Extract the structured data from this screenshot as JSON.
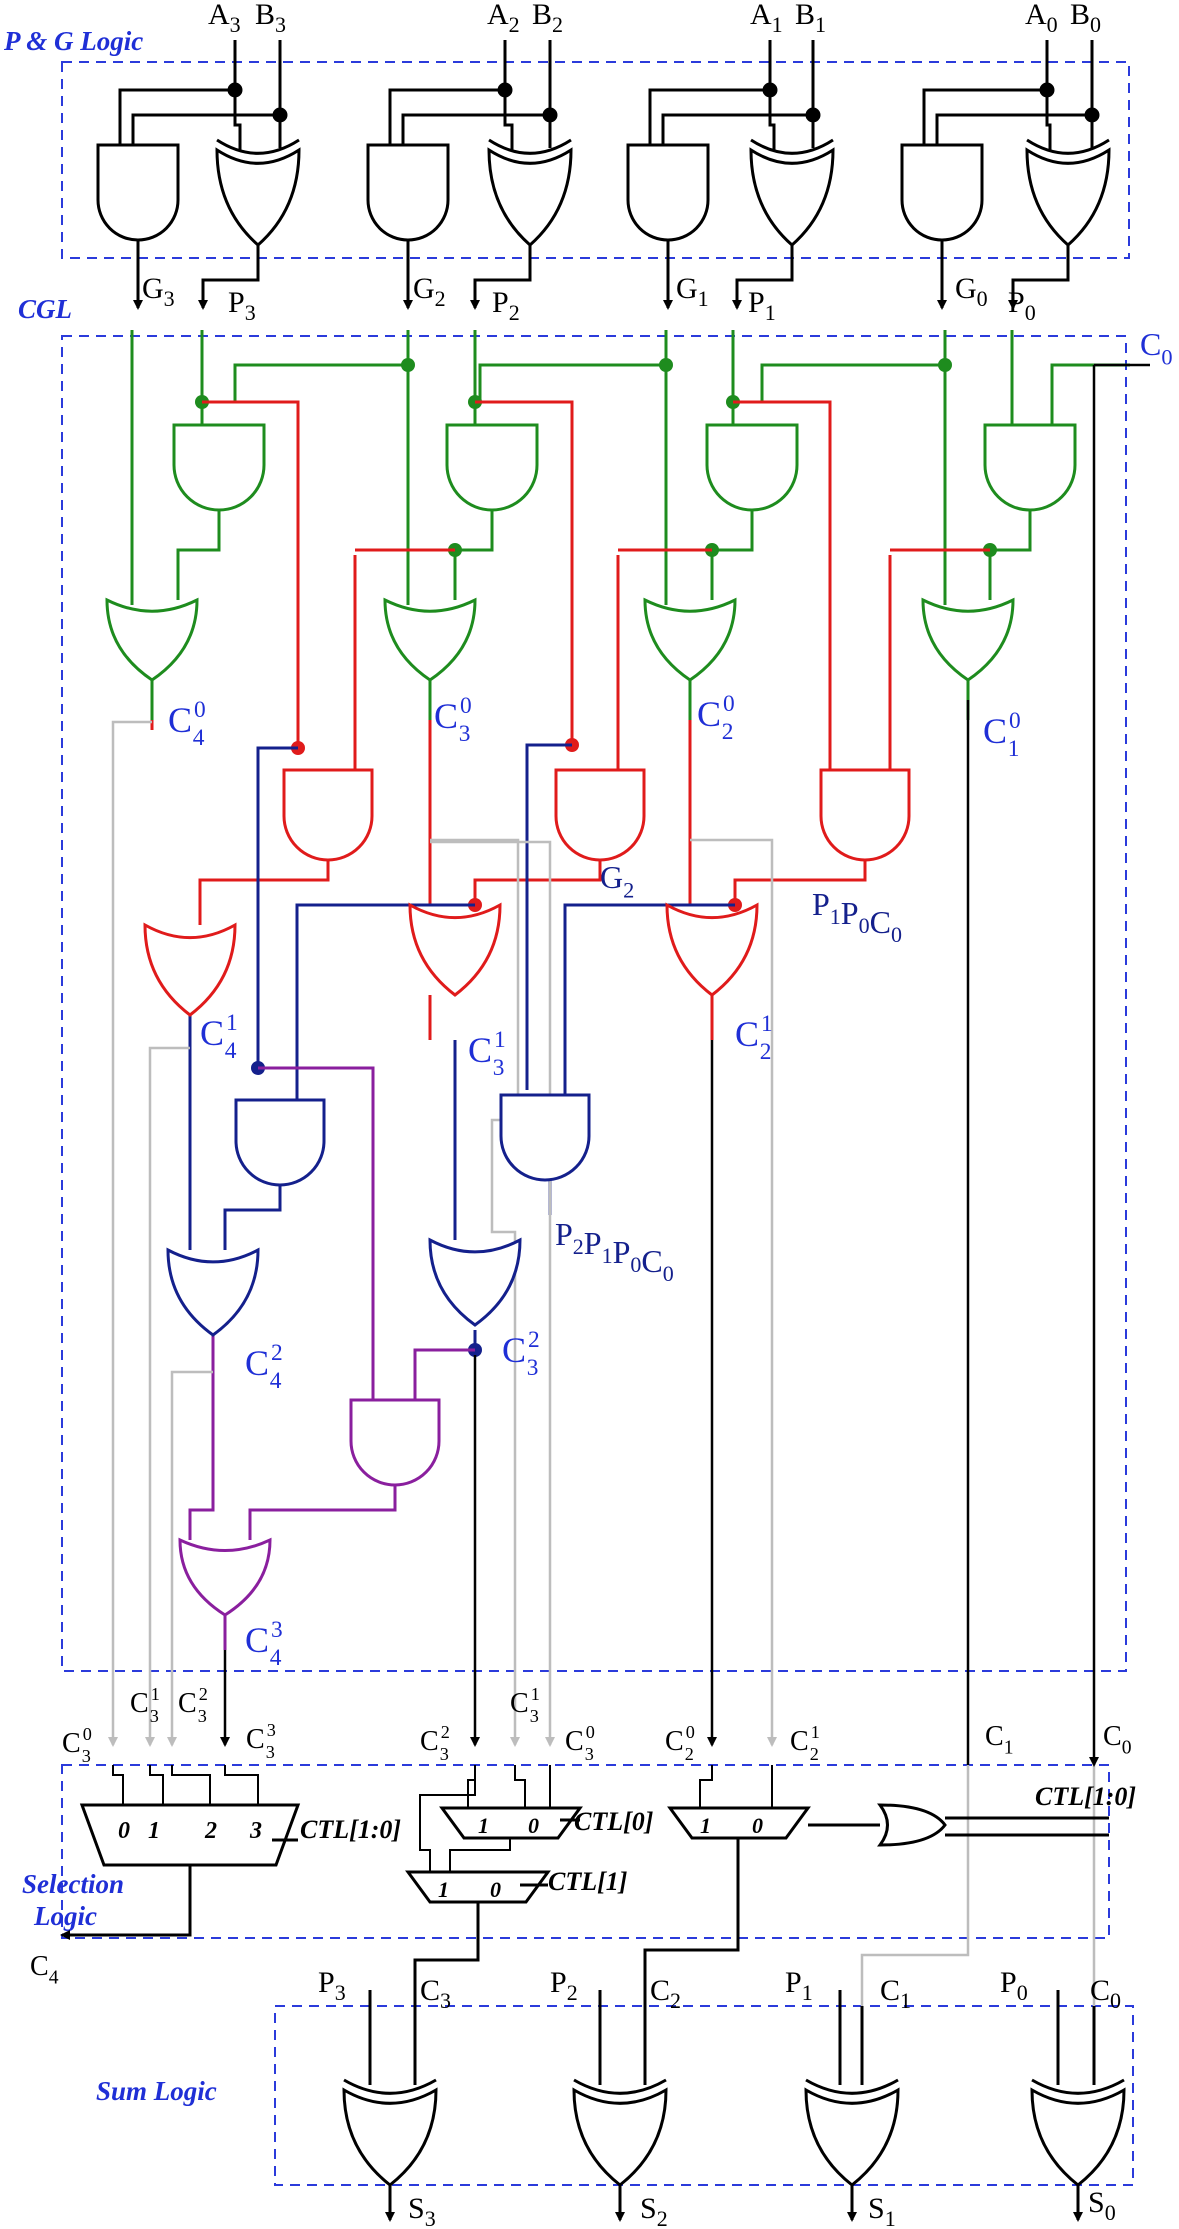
{
  "blocks": {
    "pg": "P & G Logic",
    "cgl": "CGL",
    "sel1": "Selection",
    "sel2": "Logic",
    "sum": "Sum Logic"
  },
  "inputs": [
    {
      "a": "A",
      "an": "3",
      "b": "B",
      "bn": "3"
    },
    {
      "a": "A",
      "an": "2",
      "b": "B",
      "bn": "2"
    },
    {
      "a": "A",
      "an": "1",
      "b": "B",
      "bn": "1"
    },
    {
      "a": "A",
      "an": "0",
      "b": "B",
      "bn": "0"
    }
  ],
  "gp": [
    {
      "g": "G",
      "gn": "3",
      "p": "P",
      "pn": "3"
    },
    {
      "g": "G",
      "gn": "2",
      "p": "P",
      "pn": "2"
    },
    {
      "g": "G",
      "gn": "1",
      "p": "P",
      "pn": "1"
    },
    {
      "g": "G",
      "gn": "0",
      "p": "P",
      "pn": "0"
    }
  ],
  "c0": {
    "b": "C",
    "s": "0"
  },
  "carries": {
    "c40": {
      "b": "C",
      "sub": "4",
      "sup": "0"
    },
    "c30": {
      "b": "C",
      "sub": "3",
      "sup": "0"
    },
    "c20": {
      "b": "C",
      "sub": "2",
      "sup": "0"
    },
    "c10": {
      "b": "C",
      "sub": "1",
      "sup": "0"
    },
    "c41": {
      "b": "C",
      "sub": "4",
      "sup": "1"
    },
    "c31": {
      "b": "C",
      "sub": "3",
      "sup": "1"
    },
    "c21": {
      "b": "C",
      "sub": "2",
      "sup": "1"
    },
    "c42": {
      "b": "C",
      "sub": "4",
      "sup": "2"
    },
    "c32": {
      "b": "C",
      "sub": "3",
      "sup": "2"
    },
    "c43": {
      "b": "C",
      "sub": "4",
      "sup": "3"
    }
  },
  "annot": {
    "g2": {
      "b": "G",
      "s": "2"
    },
    "p1p0c0": [
      {
        "b": "P",
        "s": "1"
      },
      {
        "b": "P",
        "s": "0"
      },
      {
        "b": "C",
        "s": "0"
      }
    ],
    "p2p1p0c0": [
      {
        "b": "P",
        "s": "2"
      },
      {
        "b": "P",
        "s": "1"
      },
      {
        "b": "P",
        "s": "0"
      },
      {
        "b": "C",
        "s": "0"
      }
    ]
  },
  "mux_inputs": {
    "m1": [
      {
        "b": "C",
        "sub": "3",
        "sup": "0"
      },
      {
        "b": "C",
        "sub": "3",
        "sup": "1"
      },
      {
        "b": "C",
        "sub": "3",
        "sup": "2"
      },
      {
        "b": "C",
        "sub": "3",
        "sup": "3"
      }
    ],
    "m2": [
      {
        "b": "C",
        "sub": "3",
        "sup": "2"
      },
      {
        "b": "C",
        "sub": "3",
        "sup": "1"
      },
      {
        "b": "C",
        "sub": "3",
        "sup": "0"
      }
    ],
    "m3": [
      {
        "b": "C",
        "sub": "2",
        "sup": "0"
      },
      {
        "b": "C",
        "sub": "2",
        "sup": "1"
      }
    ],
    "c1": {
      "b": "C",
      "s": "1"
    },
    "c0": {
      "b": "C",
      "s": "0"
    }
  },
  "mux_pins": {
    "m1": [
      "0",
      "1",
      "2",
      "3"
    ],
    "m2": [
      "1",
      "0"
    ],
    "m3": [
      "1",
      "0"
    ],
    "m4": [
      "1",
      "0"
    ]
  },
  "ctl": {
    "m1": "CTL[1:0]",
    "m2": "CTL[0]",
    "m3": "CTL[1]",
    "right": "CTL[1:0]"
  },
  "c4_out": {
    "b": "C",
    "s": "4"
  },
  "sum_in": [
    {
      "p": "P",
      "pn": "3",
      "c": "C",
      "cn": "3"
    },
    {
      "p": "P",
      "pn": "2",
      "c": "C",
      "cn": "2"
    },
    {
      "p": "P",
      "pn": "1",
      "c": "C",
      "cn": "1"
    },
    {
      "p": "P",
      "pn": "0",
      "c": "C",
      "cn": "0"
    }
  ],
  "sums": [
    {
      "b": "S",
      "s": "3"
    },
    {
      "b": "S",
      "s": "2"
    },
    {
      "b": "S",
      "s": "1"
    },
    {
      "b": "S",
      "s": "0"
    }
  ],
  "colors": {
    "black": "#000000",
    "green": "#1e8c1e",
    "red": "#e01b1b",
    "navy": "#14208c",
    "purple": "#8a1f9e",
    "gray": "#bdbdbd",
    "blue": "#1f2fd6",
    "box": "#2b3bdb"
  }
}
